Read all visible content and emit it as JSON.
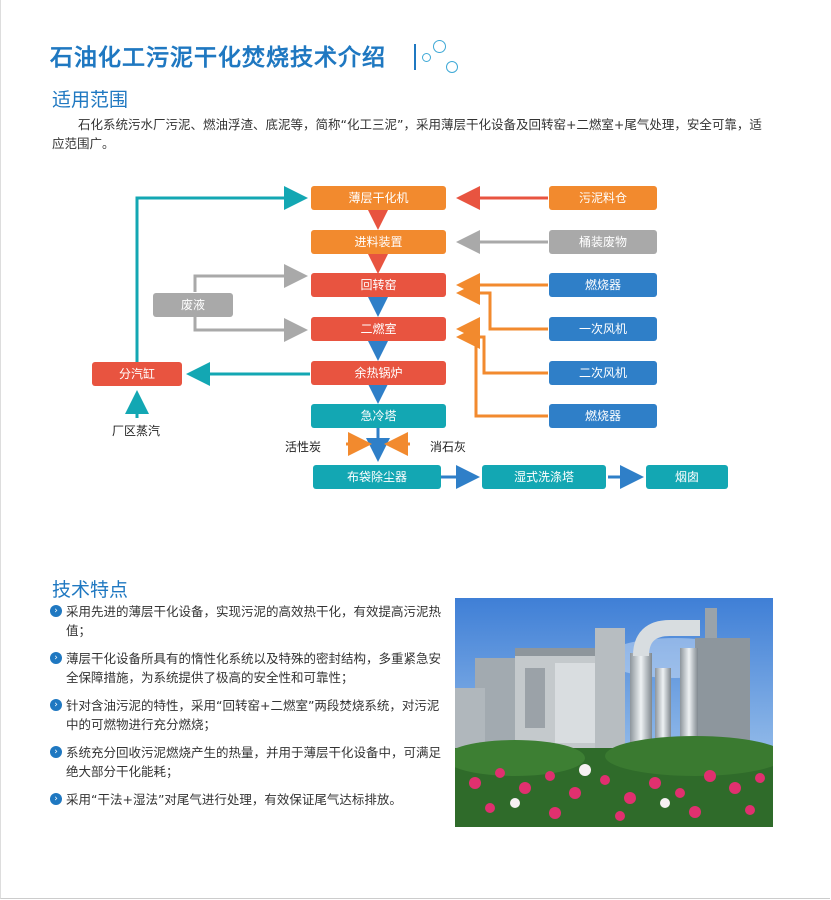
{
  "title": "石油化工污泥干化焚烧技术介绍",
  "section1": {
    "heading": "适用范围",
    "paragraph": "石化系统污水厂污泥、燃油浮渣、底泥等，简称“化工三泥”，采用薄层干化设备及回转窑+二燃室+尾气处理，安全可靠，适应范围广。"
  },
  "flow": {
    "center": [
      "薄层干化机",
      "进料装置",
      "回转窑",
      "二燃室",
      "余热锅炉",
      "急冷塔"
    ],
    "right": [
      "污泥料仓",
      "桶装废物",
      "燃烧器",
      "一次风机",
      "二次风机",
      "燃烧器"
    ],
    "waste_liquid": "废液",
    "steam_drum": "分汽缸",
    "plant_steam": "厂区蒸汽",
    "activated_carbon": "活性炭",
    "slaked_lime": "消石灰",
    "bottom": [
      "布袋除尘器",
      "湿式洗涤塔",
      "烟囱"
    ]
  },
  "section2": {
    "heading": "技术特点",
    "bullets": [
      "采用先进的薄层干化设备，实现污泥的高效热干化，有效提高污泥热值；",
      "薄层干化设备所具有的惰性化系统以及特殊的密封结构，多重紧急安全保障措施，为系统提供了极高的安全性和可靠性；",
      "针对含油污泥的特性，采用“回转窑+二燃室”两段焚烧系统，对污泥中的可燃物进行充分燃烧；",
      "系统充分回收污泥燃烧产生的热量，并用于薄层干化设备中，可满足绝大部分干化能耗；",
      "采用“干法+湿法”对尾气进行处理，有效保证尾气达标排放。"
    ]
  },
  "colors": {
    "title_blue": "#1f78c1",
    "orange": "#f28a2e",
    "red": "#e85440",
    "blue": "#2f7fc8",
    "teal": "#13a7b3",
    "gray": "#a9a9a9"
  }
}
